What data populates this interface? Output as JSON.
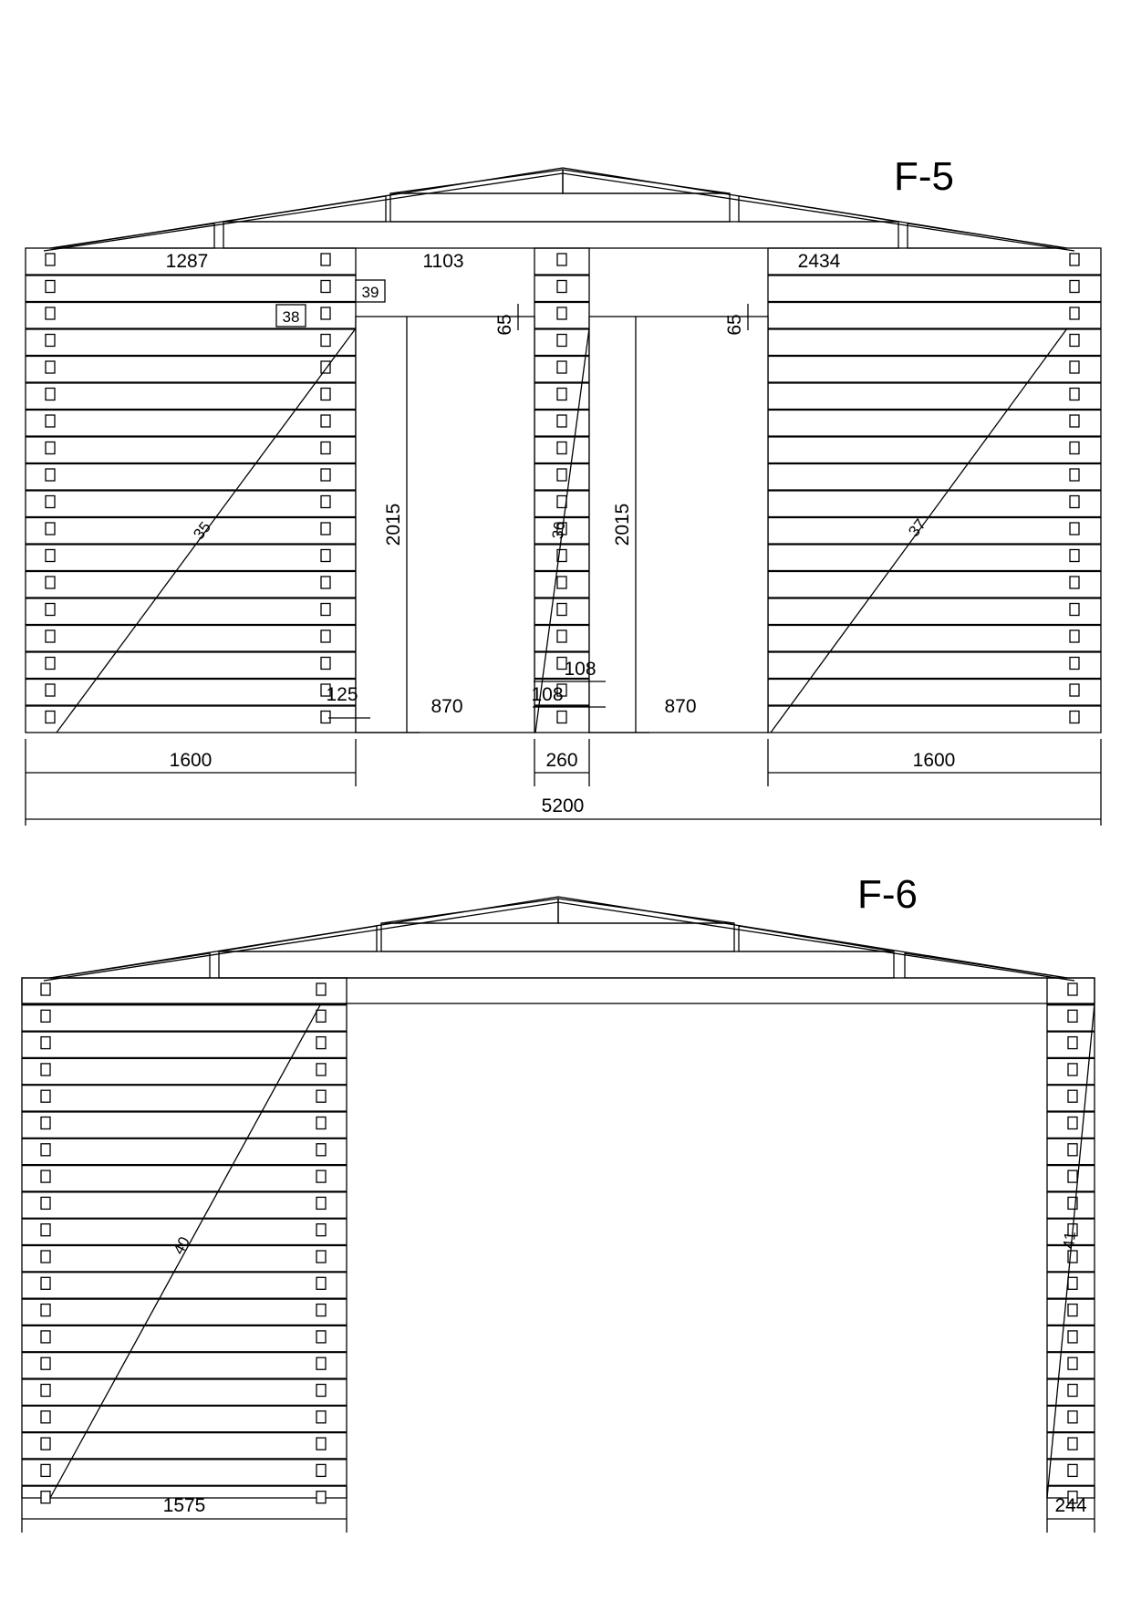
{
  "drawings": [
    {
      "title": "F-5",
      "top_dims": [
        "1287",
        "1103",
        "2434"
      ],
      "tags": [
        "39",
        "38",
        "35",
        "36",
        "37"
      ],
      "small_dims": [
        "65",
        "65",
        "125",
        "108",
        "108"
      ],
      "heights": [
        "2015",
        "2015"
      ],
      "opening_widths": [
        "870",
        "870"
      ],
      "bottom_dims": [
        "1600",
        "260",
        "1600"
      ],
      "total": "5200"
    },
    {
      "title": "F-6",
      "tags": [
        "40",
        "41"
      ],
      "bottom_dims": [
        "1575",
        "244"
      ]
    }
  ]
}
